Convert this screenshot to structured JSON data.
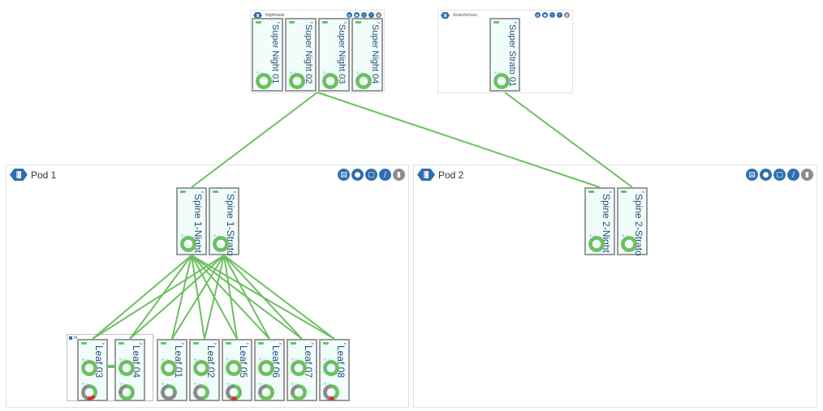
{
  "colors": {
    "link": "#6cbf62",
    "ring_ok": "#6cbf62",
    "ring_idle": "#8a8a8a",
    "ring_alert": "#d9312b",
    "accent": "#2f6fb0",
    "device_bg": "#f0fdfb"
  },
  "icons": {
    "group": "rack-hex-icon",
    "actions": [
      "notes-icon",
      "comment-icon",
      "clipboard-icon",
      "edit-icon",
      "trash-icon"
    ],
    "device_corner": "link-icon",
    "status": "status-bar-icon"
  },
  "groups": [
    {
      "id": "nighthawk",
      "title": "Nighthawk",
      "devices": [
        "Super Night 01",
        "Super Night 02",
        "Super Night 03",
        "Super Night 04"
      ]
    },
    {
      "id": "stratofortress",
      "title": "Stratofortress",
      "devices": [
        "Super Strato 01"
      ]
    },
    {
      "id": "pod1",
      "title": "Pod 1",
      "spines": [
        "Spine 1-Night",
        "Spine 1-Strato"
      ],
      "leaves": [
        "Leaf 03",
        "Leaf 04",
        "Leaf 01",
        "Leaf 02",
        "Leaf 05",
        "Leaf 06",
        "Leaf 07",
        "Leaf 08"
      ],
      "lag_tag": "34"
    },
    {
      "id": "pod2",
      "title": "Pod 2",
      "spines": [
        "Spine 2-Night",
        "Spine 2-Strato"
      ]
    }
  ],
  "leaf_port_usage": {
    "Leaf 03": {
      "used": 0.45,
      "alert": 0.2
    },
    "Leaf 04": {
      "used": 0.3,
      "alert": 0
    },
    "Leaf 01": {
      "used": 0.8,
      "alert": 0
    },
    "Leaf 02": {
      "used": 0.55,
      "alert": 0
    },
    "Leaf 05": {
      "used": 0.45,
      "alert": 0.12
    },
    "Leaf 06": {
      "used": 0.3,
      "alert": 0
    },
    "Leaf 07": {
      "used": 0.3,
      "alert": 0
    },
    "Leaf 08": {
      "used": 0.45,
      "alert": 0.12
    }
  },
  "links": [
    [
      "nighthawk",
      "Spine 1-Night"
    ],
    [
      "nighthawk",
      "Spine 2-Night"
    ],
    [
      "stratofortress",
      "Spine 2-Strato"
    ],
    [
      "spines-pod1",
      "leaves-pod1"
    ],
    [
      "Leaf 03",
      "Leaf 04"
    ]
  ]
}
